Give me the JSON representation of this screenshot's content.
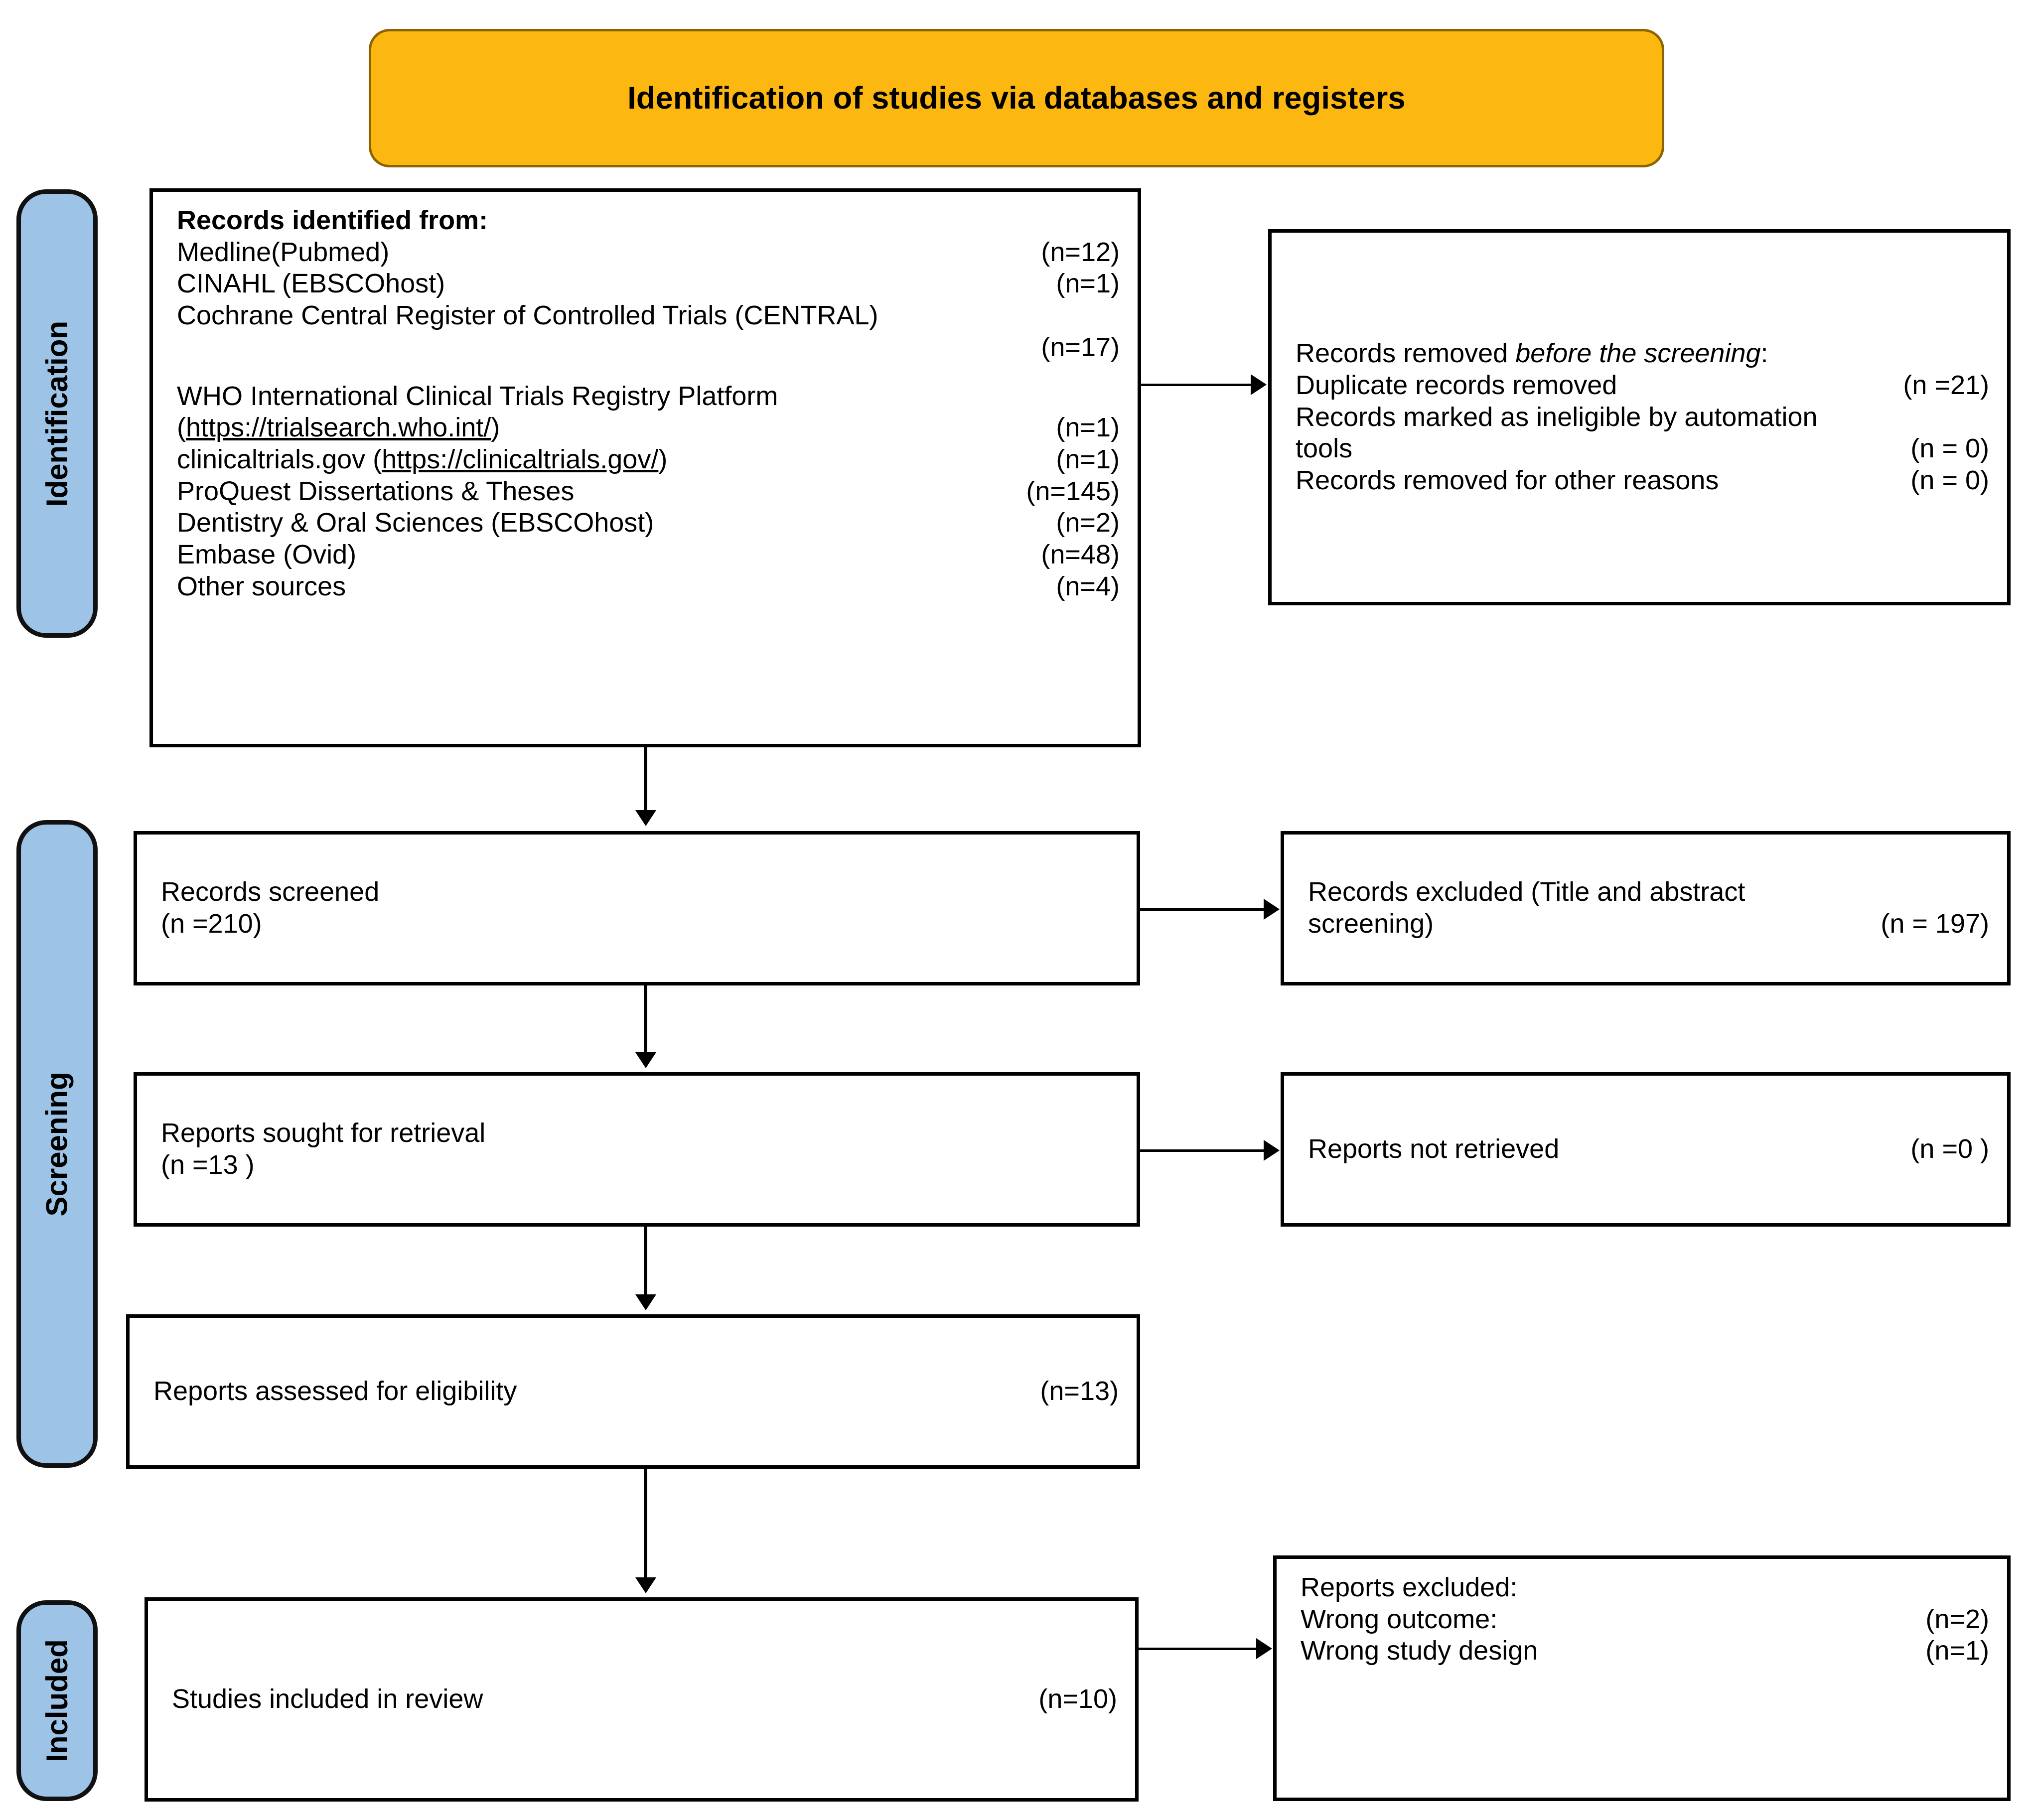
{
  "banner": {
    "title": "Identification of studies via databases and registers"
  },
  "stages": [
    {
      "id": "identification",
      "label": "Identification"
    },
    {
      "id": "screening",
      "label": "Screening"
    },
    {
      "id": "included",
      "label": "Included"
    }
  ],
  "identified": {
    "heading": "Records identified from:",
    "sources": [
      {
        "label": "Medline(Pubmed)",
        "count": "(n=12)"
      },
      {
        "label": "CINAHL (EBSCOhost)",
        "count": "(n=1)"
      },
      {
        "label": "Cochrane Central Register of Controlled Trials (CENTRAL)",
        "count": ""
      },
      {
        "label": "",
        "count": "(n=17)"
      },
      {
        "label": "WHO International Clinical Trials Registry Platform",
        "count": ""
      },
      {
        "label": "(https://trialsearch.who.int/)",
        "count": "(n=1)"
      },
      {
        "label": "clinicaltrials.gov (https://clinicaltrials.gov/)",
        "count": "(n=1)"
      },
      {
        "label": "ProQuest Dissertations & Theses",
        "count": "(n=145)"
      },
      {
        "label": "Dentistry & Oral Sciences (EBSCOhost)",
        "count": "(n=2)"
      },
      {
        "label": "Embase (Ovid)",
        "count": "(n=48)"
      },
      {
        "label": "Other sources",
        "count": "(n=4)"
      }
    ],
    "url_who_prefix": "(",
    "url_who": "https://trialsearch.who.int/",
    "url_who_suffix": ")",
    "ct_prefix": "clinicaltrials.gov (",
    "url_ct": "https://clinicaltrials.gov/",
    "ct_suffix": ")"
  },
  "removed": {
    "heading_prefix": "Records removed ",
    "heading_italic": "before the screening",
    "heading_suffix": ":",
    "rows": [
      {
        "label": "Duplicate records removed",
        "count": "(n =21)"
      },
      {
        "label": "Records marked as ineligible by automation",
        "count": ""
      },
      {
        "label": "tools",
        "count": "(n = 0)"
      },
      {
        "label": "Records removed for other reasons",
        "count": "(n = 0)"
      }
    ]
  },
  "screened": {
    "label": "Records screened",
    "count": "(n =210)"
  },
  "excluded": {
    "line1": "Records excluded (Title and abstract",
    "line2": "screening)",
    "count": "(n = 197)"
  },
  "sought": {
    "label": "Reports sought for retrieval",
    "count": "(n =13 )"
  },
  "not_retrieved": {
    "label": "Reports not retrieved",
    "count": "(n =0 )"
  },
  "assessed": {
    "label": "Reports assessed for eligibility",
    "count": "(n=13)"
  },
  "included": {
    "label": "Studies included in review",
    "count": "(n=10)"
  },
  "reports_excluded": {
    "heading": "Reports excluded:",
    "rows": [
      {
        "label": "Wrong outcome:",
        "count": "(n=2)"
      },
      {
        "label": "Wrong study design",
        "count": "(n=1)"
      }
    ]
  },
  "colors": {
    "banner_fill": "#FCB711",
    "stage_fill": "#9DC3E6",
    "stroke": "#000000"
  }
}
